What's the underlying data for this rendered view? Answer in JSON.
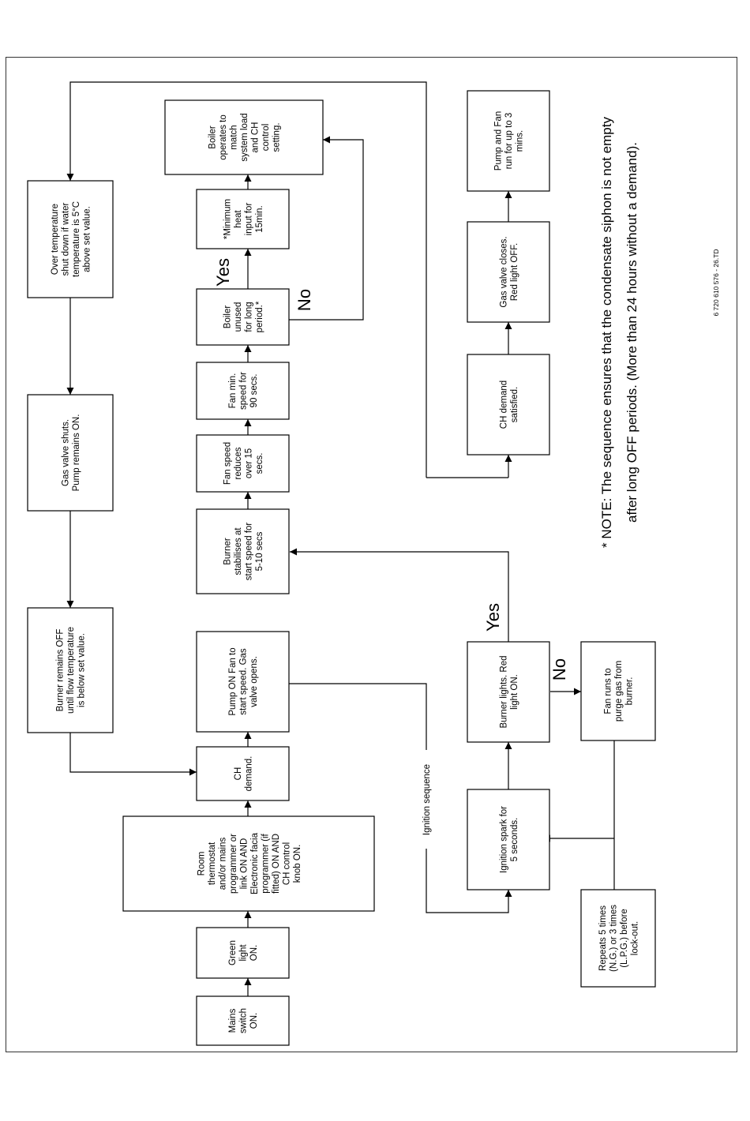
{
  "boxes": {
    "mains": [
      "Mains",
      "switch",
      "ON."
    ],
    "green": [
      "Green",
      "light",
      "ON."
    ],
    "room": [
      "Room",
      "thermostat",
      "and/or mains",
      "programmer or",
      "link ON AND",
      "Electronic facia",
      "programmer (if",
      "fitted) ON AND",
      "CH control",
      "knob ON."
    ],
    "ch_demand": [
      "CH",
      "demand."
    ],
    "pump_on": [
      "Pump ON Fan to",
      "start speed. Gas",
      "valve opens."
    ],
    "burner_stab": [
      "Burner",
      "stabilises at",
      "start speed for",
      "5-10 secs"
    ],
    "fan_reduces": [
      "Fan speed",
      "reduces",
      "over 15",
      "secs."
    ],
    "fan_min": [
      "Fan min.",
      "speed for",
      "90 secs."
    ],
    "boiler_unused": [
      "Boiler",
      "unused",
      "for long",
      "period.*"
    ],
    "min_heat": [
      "*Minimum",
      "heat",
      "input for",
      "15min."
    ],
    "boiler_operates": [
      "Boiler",
      "operates to",
      "match",
      "system load",
      "and CH",
      "control",
      "setting."
    ],
    "over_temp": [
      "Over temperature",
      "shut down if water",
      "temperature is 5°C",
      "above set value."
    ],
    "gas_shuts": [
      "Gas valve shuts.",
      "Pump remains ON."
    ],
    "burner_off": [
      "Burner remains OFF",
      "until flow temperature",
      "is below set value."
    ],
    "ignition_spark": [
      "Ignition spark for",
      "5 seconds."
    ],
    "burner_lights": [
      "Burner lights. Red",
      "light ON."
    ],
    "fan_purge": [
      "Fan runs to",
      "purge gas from",
      "burner."
    ],
    "repeats": [
      "Repeats 5 times",
      "(N.G.) or 3 times",
      "(L.P.G.) before",
      "lock-out."
    ],
    "ch_satisfied": [
      "CH demand",
      "satisfied."
    ],
    "gas_closes": [
      "Gas valve closes.",
      "Red light OFF."
    ],
    "pump_fan_run": [
      "Pump and Fan",
      "run for up to 3",
      "mins."
    ]
  },
  "labels": {
    "yes_upper": "Yes",
    "no_upper": "No",
    "yes_lower": "Yes",
    "no_lower": "No",
    "ignition_sequence": "Ignition sequence"
  },
  "note": {
    "line1": "* NOTE: The sequence ensures that the condensate siphon is not empty",
    "line2": "after long OFF periods. (More than 24 hours without a demand)."
  },
  "figure_ref": "6 720 610 576 - 26.TD"
}
